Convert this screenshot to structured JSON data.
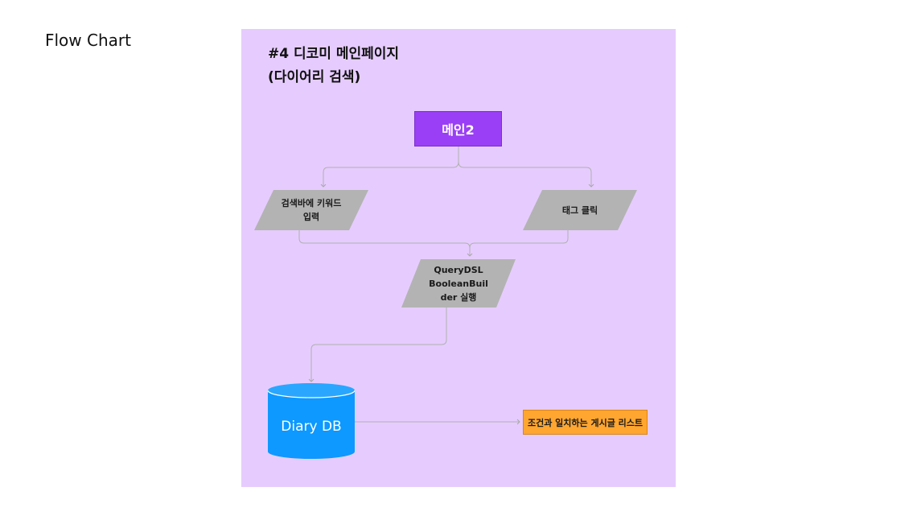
{
  "page": {
    "label": "Flow Chart"
  },
  "panel": {
    "title_line1": "#4 디코미 메인페이지",
    "title_line2": "(다이어리 검색)"
  },
  "nodes": {
    "main": "메인2",
    "keyword_input": {
      "line1": "검색바에 키워드",
      "line2": "입력"
    },
    "tag_click": "태그 클릭",
    "querydsl": {
      "line1": "QueryDSL",
      "line2": "BooleanBuil",
      "line3": "der 실행"
    },
    "database": "Diary DB",
    "result": "조건과 일치하는 게시글 리스트"
  },
  "colors": {
    "panel_bg": "#e6ccfe",
    "main_node": "#9a3ff5",
    "process_node": "#b3b3b3",
    "database": "#0d99ff",
    "result_node": "#ffa630",
    "connector": "#b0b0b0"
  }
}
